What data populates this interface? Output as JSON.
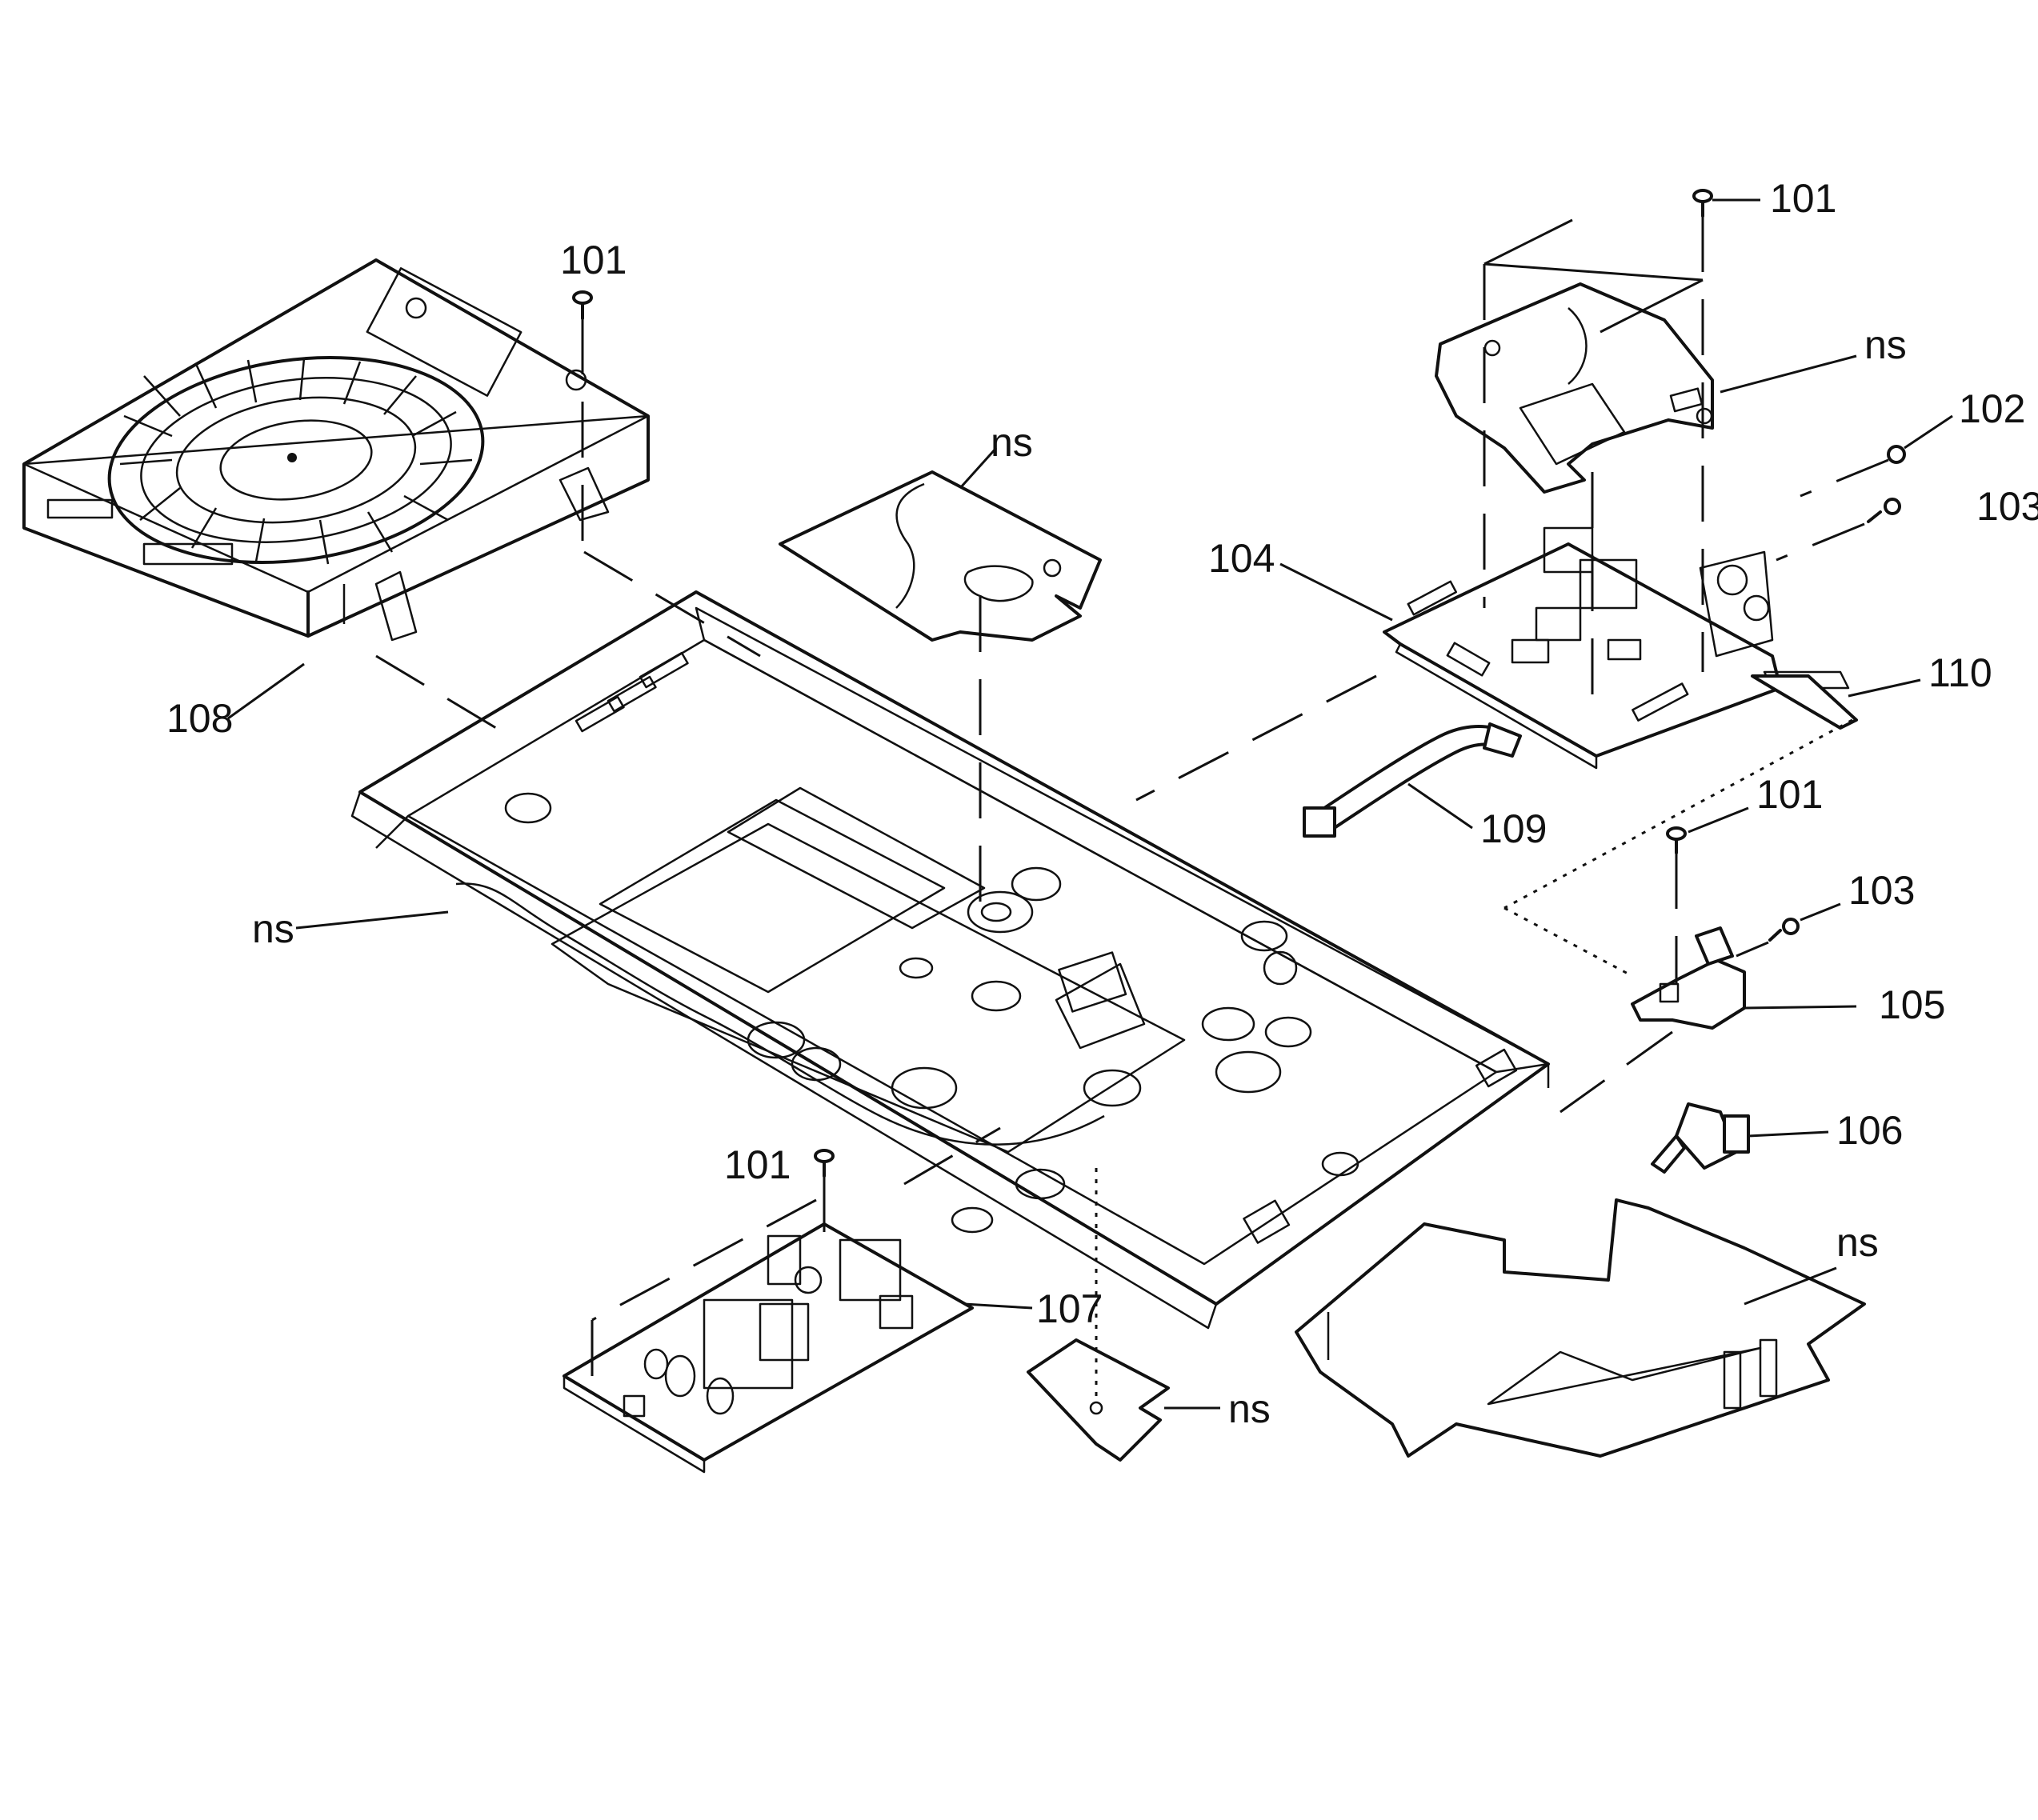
{
  "diagram": {
    "callouts": [
      {
        "id": "c1",
        "text": "101"
      },
      {
        "id": "c2",
        "text": "101"
      },
      {
        "id": "c3",
        "text": "ns"
      },
      {
        "id": "c4",
        "text": "102"
      },
      {
        "id": "c5",
        "text": "103"
      },
      {
        "id": "c6",
        "text": "ns"
      },
      {
        "id": "c7",
        "text": "104"
      },
      {
        "id": "c8",
        "text": "110"
      },
      {
        "id": "c9",
        "text": "108"
      },
      {
        "id": "c10",
        "text": "109"
      },
      {
        "id": "c11",
        "text": "101"
      },
      {
        "id": "c12",
        "text": "103"
      },
      {
        "id": "c13",
        "text": "ns"
      },
      {
        "id": "c14",
        "text": "105"
      },
      {
        "id": "c15",
        "text": "106"
      },
      {
        "id": "c16",
        "text": "101"
      },
      {
        "id": "c17",
        "text": "ns"
      },
      {
        "id": "c18",
        "text": "107"
      },
      {
        "id": "c19",
        "text": "ns"
      }
    ]
  }
}
